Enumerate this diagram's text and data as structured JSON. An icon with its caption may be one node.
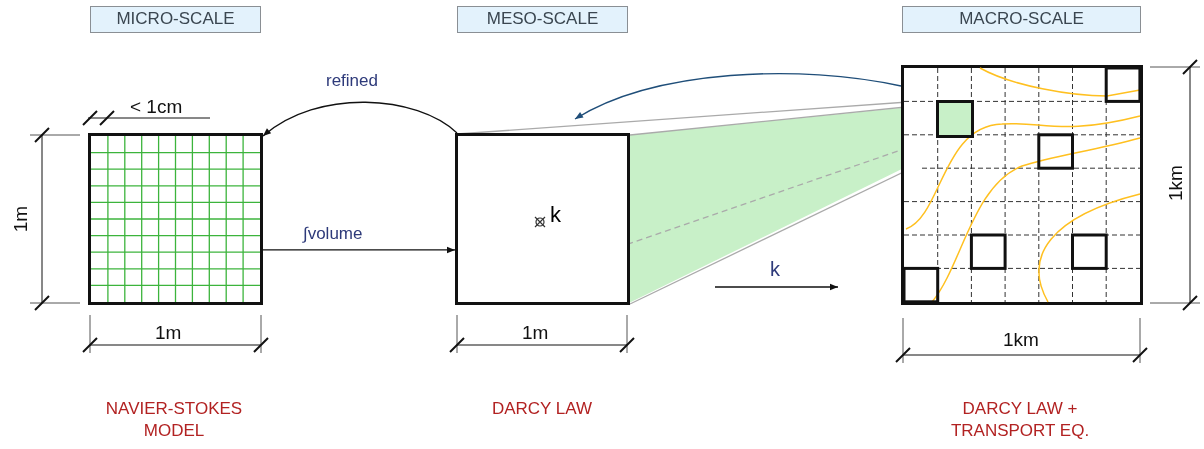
{
  "diagram": {
    "nodes": [
      {
        "text": [
          "MICRO-SCALE"
        ]
      },
      {
        "text": [
          "MESO-SCALE"
        ]
      },
      {
        "text": [
          "MACRO-SCALE"
        ]
      },
      {
        "text": [],
        "shape": "box"
      },
      {
        "text": [
          "k"
        ]
      },
      {
        "text": [],
        "shape": "box"
      },
      {
        "text": [],
        "shape": "box",
        "in": 5
      }
    ],
    "edges": [
      {
        "from": 4,
        "to": 3,
        "arrow": "to",
        "label": "refined",
        "color": "#111111"
      },
      {
        "from": 3,
        "to": 4,
        "arrow": "to",
        "label": "∫volume",
        "color": "#111111"
      },
      {
        "from": 5,
        "to": 4,
        "arrow": "to",
        "color": "#1f4e79"
      },
      {
        "from": 4,
        "to": 6,
        "arrow": "none",
        "color": "#aaaaaa"
      },
      {
        "from": 4,
        "to": 6,
        "arrow": "none",
        "color": "#aaaaaa"
      },
      {
        "from": 4,
        "to": 6,
        "arrow": "none",
        "color": "#aaaaaa",
        "style": "dashed"
      },
      {
        "from": 4,
        "to": 6,
        "arrow": "none",
        "color": "#aaaaaa"
      }
    ],
    "labels": [
      "< 1cm",
      "1m",
      "1km",
      "k",
      "1m",
      "1m",
      "1km",
      "NAVIER-STOKES MODEL",
      "DARCY LAW",
      "DARCY LAW + TRANSPORT EQ."
    ]
  }
}
